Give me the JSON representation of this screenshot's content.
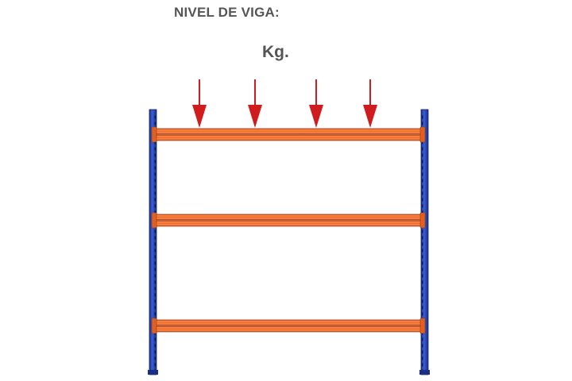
{
  "header": {
    "beam_level_label": "NIVEL DE VIGA:",
    "unit_label": "Kg."
  },
  "diagram": {
    "beam_count": 3,
    "load_arrow_count": 4,
    "colors": {
      "upright": "#2d4fc4",
      "upright_dark": "#1b2f80",
      "beam": "#f06a2a",
      "beam_dark": "#b8461a",
      "arrow": "#d01c1c",
      "text": "#555555"
    }
  }
}
